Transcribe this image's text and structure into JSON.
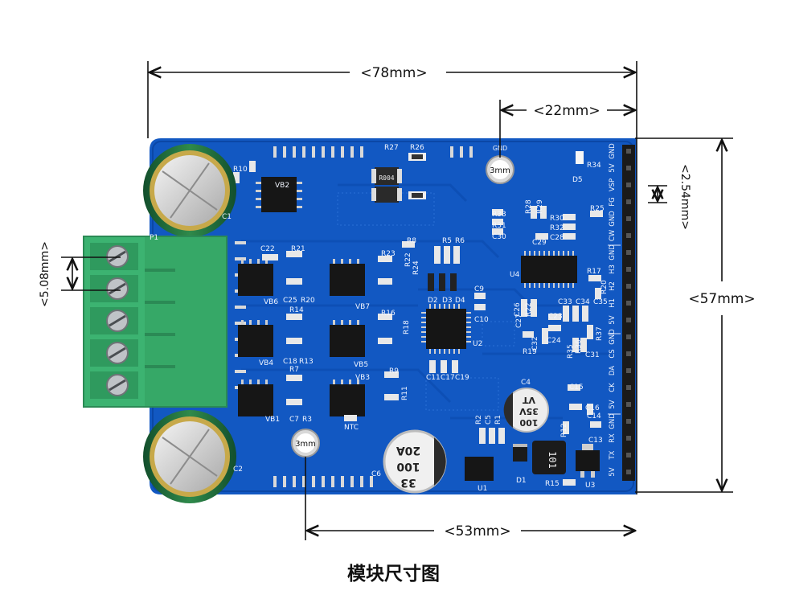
{
  "dimensions": {
    "width_total": "<78mm>",
    "gnd_offset": "<22mm>",
    "height_total": "<57mm>",
    "pin_pitch": "<2.54mm>",
    "terminal_pitch": "<5.08mm>",
    "hole_to_edge": "<53mm>"
  },
  "holes": {
    "top": "3mm",
    "bottom": "3mm",
    "top_label": "GND"
  },
  "header_pins": [
    "GND",
    "5V",
    "VSP",
    "FG",
    "GND",
    "CW",
    "GND",
    "H3",
    "H2",
    "H1",
    "5V",
    "GND",
    "CS",
    "DA",
    "CK",
    "5V",
    "GND",
    "RX",
    "TX",
    "5V"
  ],
  "components": {
    "r27": "R27",
    "r26": "R26",
    "r10": "R10",
    "vb2": "VB2",
    "c1": "C1",
    "p1": "P1",
    "r004": "R004",
    "r8": "R8",
    "r5": "R5",
    "r6": "R6",
    "r33": "R33",
    "r31": "R31",
    "c30": "C30",
    "r28": "R28",
    "r29": "R29",
    "r30": "R30",
    "r32": "R32",
    "c28": "C28",
    "c29": "C29",
    "r25": "R25",
    "d5": "D5",
    "r34": "R34",
    "u4": "U4",
    "r17": "R17",
    "r20": "R20",
    "c22": "C22",
    "r21": "R21",
    "r23": "R23",
    "r22": "R22",
    "r24": "R24",
    "vb6": "VB6",
    "c25": "C25",
    "r20b": "R20",
    "vb7": "VB7",
    "d2": "D2",
    "d3": "D3",
    "d4": "D4",
    "c9": "C9",
    "c10": "C10",
    "c26": "C26",
    "r22b": "R22",
    "c27": "C27",
    "c23": "C23",
    "c24": "C24",
    "c32": "C32",
    "c33": "C33",
    "c34": "C34",
    "c35": "C35",
    "r19": "R19",
    "r35": "R35",
    "r36": "R36",
    "r37": "R37",
    "c31": "C31",
    "u2": "U2",
    "r14": "R14",
    "r16": "R16",
    "r18": "R18",
    "vb4": "VB4",
    "c18": "C18",
    "r13": "R13",
    "vb5": "VB5",
    "c11": "C11",
    "c17": "C17",
    "c19": "C19",
    "r7": "R7",
    "r9": "R9",
    "vb3": "VB3",
    "r11": "R11",
    "vb1": "VB1",
    "c7": "C7",
    "r3": "R3",
    "ntc": "NTC",
    "c4": "C4",
    "c15": "C15",
    "c16": "C16",
    "c14": "C14",
    "c13": "C13",
    "r12": "R12",
    "r2": "R2",
    "c5": "C5",
    "r1": "R1",
    "c2": "C2",
    "c6": "C6",
    "d1": "D1",
    "u1": "U1",
    "r15": "R15",
    "u3": "U3",
    "l1": "101"
  },
  "capacitor_marks": {
    "big_line1": "33",
    "big_line2": "100",
    "big_line3": "20A",
    "small_line1": "100",
    "small_line2": "35V",
    "small_line3": "VT"
  },
  "caption": "模块尺寸图",
  "colors": {
    "board": "#1258c2",
    "board_dark": "#0b47a6",
    "terminal": "#3cb371",
    "header": "#1a1a1a",
    "silkscreen": "#f2f6ff"
  }
}
